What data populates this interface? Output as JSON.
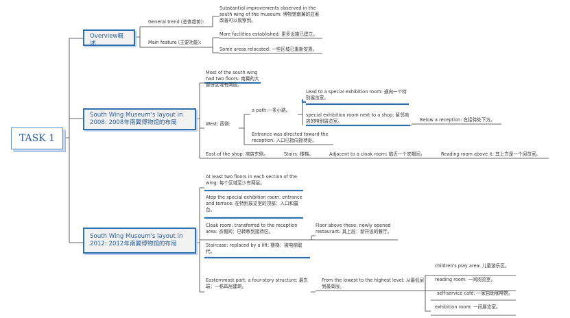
{
  "root": {
    "label": "TASK 1"
  },
  "overview": {
    "label": "Overview概述",
    "general_trend": {
      "label": "General trend (总体趋势):",
      "detail": "Substantial improvements observed in the south wing of the museum: 博物馆南翼的显著改善可以观察到。"
    },
    "main_feature": {
      "label": "Main feature (主要功能):",
      "items": [
        "More facilities established: 更多设施已建立。",
        "Some areas relocated: 一些区域已重新安置。"
      ]
    }
  },
  "layout_2008": {
    "label": "South Wing Museum's layout in 2008: 2008年南翼博物馆的布局",
    "note": "Most of the south wing had two floors: 南翼的大部分区域有两层。",
    "west": {
      "label": "West: 西侧:",
      "path": {
        "label": "a path:一条小路。",
        "lead": "Lead to a special exhibition room: 通向一个特别展览室。",
        "special_room": "special exhibition room next to a shop: 紧邻商店的特别展览室。",
        "below_reception": "Below a reception: 在接待处下方。"
      },
      "entrance": "Entrance was directed toward the reception: 入口已指向接待处。"
    },
    "east_of_shop": {
      "label": "East of the shop: 商店东侧。",
      "stairs": "Stairs: 楼梯。",
      "cloak_room": "Adjacent to a cloak room: 临近一个衣帽间。",
      "reading_room": "Reading room above it: 其上方是一个阅览室。"
    }
  },
  "layout_2012": {
    "label": "South Wing Museum's layout in 2012: 2012年南翼博物馆的布局",
    "floors": "At least two floors in each section of the wing: 每个区域至少有两层。",
    "atop": "Atop the special exhibition room: entrance and terrace: 在特别展览室的顶部：入口和露台。",
    "cloak": {
      "label": "Cloak room: transferred to the reception area: 衣帽间：已转移到接待区。",
      "floor_above": "Floor above these: newly opened restaurant: 其上层：新开设的餐厅。"
    },
    "staircase": "Staircase: replaced by a lift: 楼梯：被电梯取代。",
    "easternmost": {
      "label": "Easternmost part: a four-story structure: 最东端：一栋四层建筑。",
      "order": "From the lowest to the highest level: 从最低层到最高层。",
      "levels": [
        "children's play area: 儿童游乐区。",
        "reading room: 一间阅览室。",
        "self-service café: 一家自助咖啡馆。",
        "exhibition room: 一间展览室。"
      ]
    }
  }
}
